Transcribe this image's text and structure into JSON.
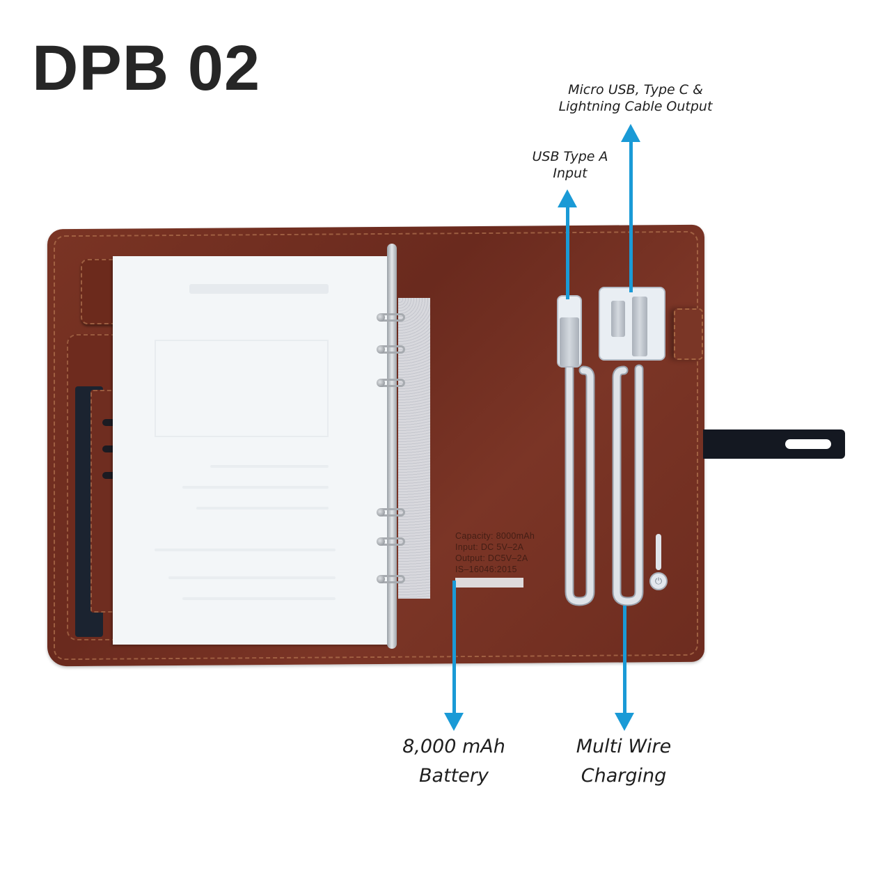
{
  "title": "DPB 02",
  "colors": {
    "arrow": "#1a9ad6",
    "leather": "#6e2b1e",
    "title_text": "#262626",
    "strap": "#141821"
  },
  "callouts": [
    {
      "id": "cable_output",
      "lines": [
        "Micro USB, Type C &",
        "Lightning Cable Output"
      ],
      "arrow_direction": "up"
    },
    {
      "id": "usb_input",
      "lines": [
        "USB Type A",
        "Input"
      ],
      "arrow_direction": "up"
    },
    {
      "id": "battery",
      "lines": [
        "8,000 mAh",
        "Battery"
      ],
      "arrow_direction": "down"
    },
    {
      "id": "multi_wire",
      "lines": [
        "Multi Wire",
        "Charging"
      ],
      "arrow_direction": "down"
    }
  ],
  "product": {
    "spec_label": [
      "Capacity: 8000mAh",
      "Input: DC 5V–2A",
      "Output: DC5V–2A",
      "IS–16046:2015"
    ],
    "components": {
      "usb_a_plug": "usb-a-connector",
      "multi_plug": "micro-usb-type-c-lightning-connector",
      "power_button": "power-icon",
      "battery_indicator": "4-dot-led-indicator",
      "closure_strap": "elastic-strap"
    }
  }
}
